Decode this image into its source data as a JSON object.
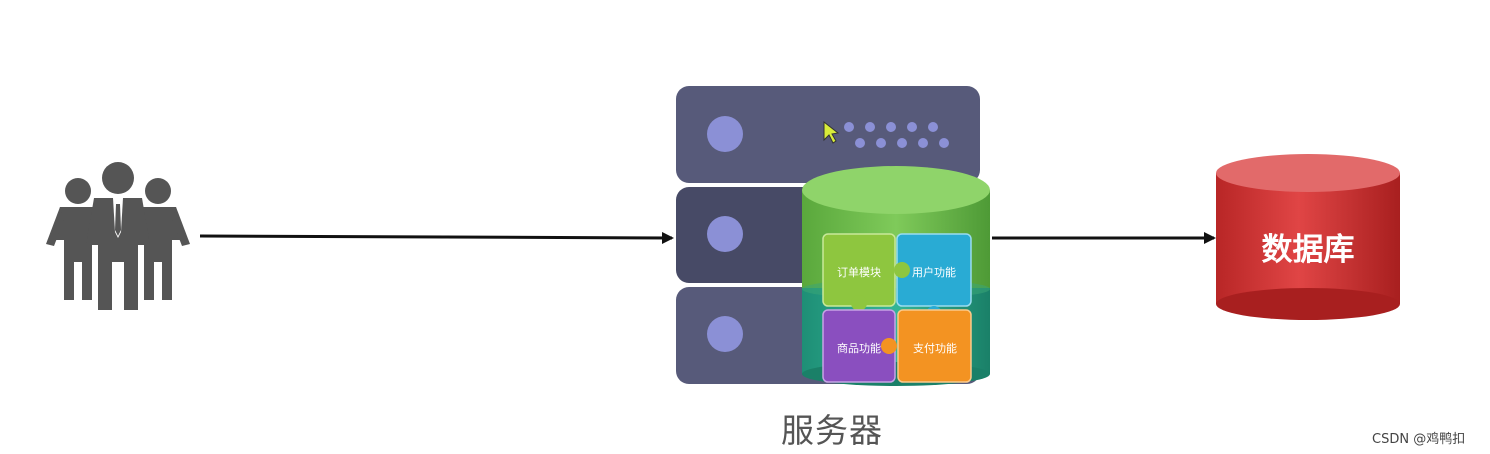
{
  "server": {
    "label": "服务器",
    "modules": {
      "order": "订单模块",
      "user": "用户功能",
      "product": "商品功能",
      "payment": "支付功能"
    }
  },
  "database": {
    "label": "数据库"
  },
  "watermark": "CSDN @鸡鸭扣",
  "colors": {
    "server_rack": "#575a7a",
    "server_rack_dark": "#474a66",
    "server_dot": "#8b90d6",
    "green_cylinder": "#7cc25a",
    "teal_cylinder": "#2aa88a",
    "module_order": "#8ec63f",
    "module_user": "#29abd4",
    "module_product": "#8a4fbf",
    "module_payment": "#f39322",
    "database_red": "#d63b3b",
    "arrow": "#111111",
    "users_icon": "#555555"
  },
  "icons": [
    "users-group-icon",
    "server-icon",
    "database-icon",
    "cursor-icon"
  ]
}
